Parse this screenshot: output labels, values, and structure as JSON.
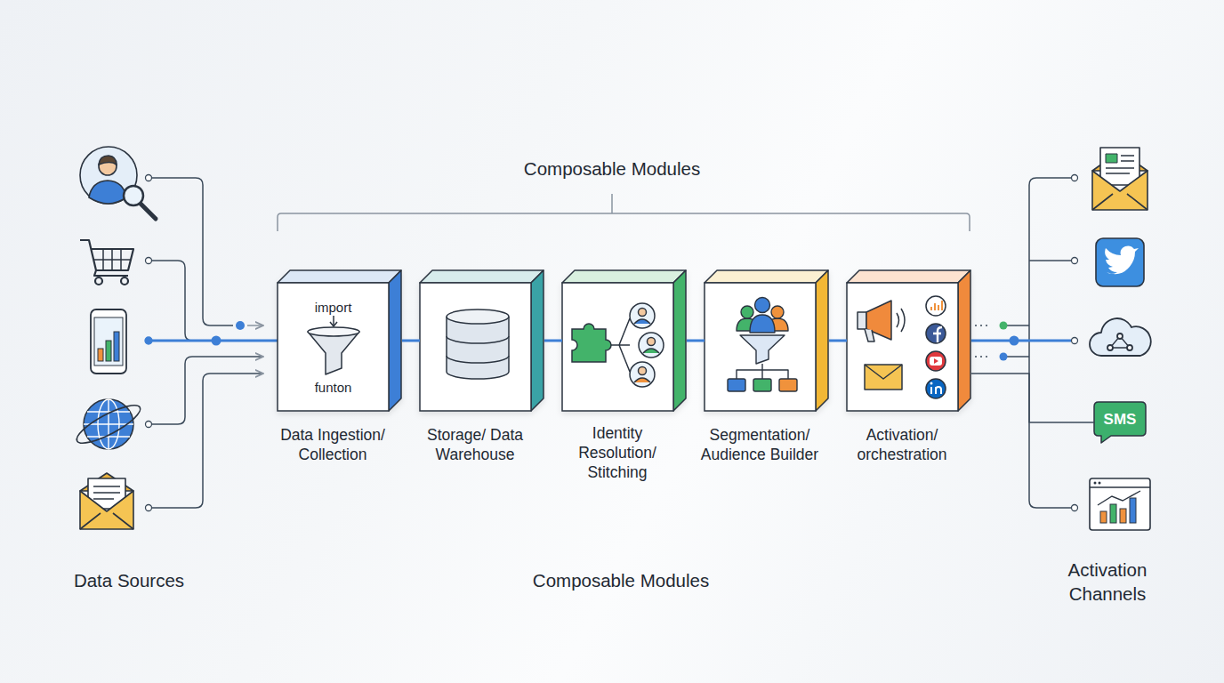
{
  "diagram": {
    "title": "Composable Modules",
    "nodes": [
      {
        "text": [
          "import",
          "funton",
          "Data Ingestion/ Collection"
        ]
      },
      {
        "text": [
          "Storage/ Data Warehouse"
        ]
      },
      {
        "text": [
          "Identity Resolution/ Stitching"
        ]
      },
      {
        "text": [
          "Segmentation/ Audience Builder"
        ]
      },
      {
        "text": [
          "Activation/ orchestration"
        ]
      },
      {
        "text": [
          "SMS"
        ]
      }
    ],
    "edges": [
      {
        "from": 0,
        "to": 1,
        "arrow": "none"
      },
      {
        "from": 1,
        "to": 2,
        "arrow": "none"
      },
      {
        "from": 2,
        "to": 3,
        "arrow": "none"
      },
      {
        "from": 3,
        "to": 4,
        "arrow": "none"
      },
      {
        "from": 4,
        "to": 5,
        "arrow": "none"
      }
    ],
    "labels": [
      "Data Sources",
      "Composable Modules",
      "Activation Channels"
    ]
  }
}
